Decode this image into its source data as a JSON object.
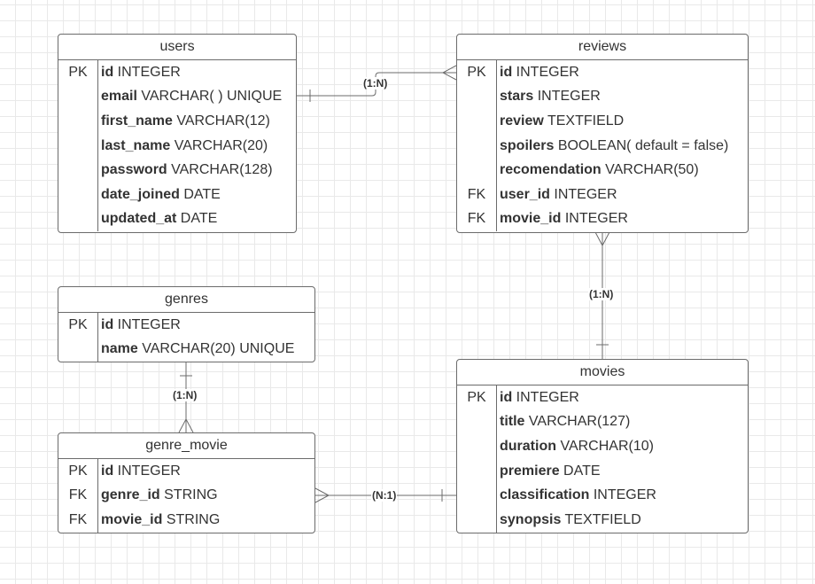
{
  "entities": [
    {
      "name": "users",
      "rows": [
        {
          "key": "PK",
          "field": "id",
          "type": "INTEGER"
        },
        {
          "key": "",
          "field": "email",
          "type": "VARCHAR( ) UNIQUE"
        },
        {
          "key": "",
          "field": "first_name",
          "type": "VARCHAR(12)"
        },
        {
          "key": "",
          "field": "last_name",
          "type": "VARCHAR(20)"
        },
        {
          "key": "",
          "field": "password",
          "type": "VARCHAR(128)"
        },
        {
          "key": "",
          "field": "date_joined",
          "type": "DATE"
        },
        {
          "key": "",
          "field": "updated_at",
          "type": "DATE"
        }
      ]
    },
    {
      "name": "reviews",
      "rows": [
        {
          "key": "PK",
          "field": "id",
          "type": "INTEGER"
        },
        {
          "key": "",
          "field": "stars",
          "type": "INTEGER"
        },
        {
          "key": "",
          "field": "review",
          "type": "TEXTFIELD"
        },
        {
          "key": "",
          "field": "spoilers",
          "type": "BOOLEAN( default = false)"
        },
        {
          "key": "",
          "field": "recomendation",
          "type": "VARCHAR(50)"
        },
        {
          "key": "FK",
          "field": "user_id",
          "type": "INTEGER"
        },
        {
          "key": "FK",
          "field": "movie_id",
          "type": "INTEGER"
        }
      ]
    },
    {
      "name": "genres",
      "rows": [
        {
          "key": "PK",
          "field": "id",
          "type": "INTEGER"
        },
        {
          "key": "",
          "field": "name",
          "type": "VARCHAR(20) UNIQUE"
        }
      ]
    },
    {
      "name": "genre_movie",
      "rows": [
        {
          "key": "PK",
          "field": "id",
          "type": "INTEGER"
        },
        {
          "key": "FK",
          "field": "genre_id",
          "type": "STRING"
        },
        {
          "key": "FK",
          "field": "movie_id",
          "type": "STRING"
        }
      ]
    },
    {
      "name": "movies",
      "rows": [
        {
          "key": "PK",
          "field": "id",
          "type": "INTEGER"
        },
        {
          "key": "",
          "field": "title",
          "type": "VARCHAR(127)"
        },
        {
          "key": "",
          "field": "duration",
          "type": "VARCHAR(10)"
        },
        {
          "key": "",
          "field": "premiere",
          "type": "DATE"
        },
        {
          "key": "",
          "field": "classification",
          "type": "INTEGER"
        },
        {
          "key": "",
          "field": "synopsis",
          "type": "TEXTFIELD"
        }
      ]
    }
  ],
  "relationships": [
    {
      "from": "users",
      "to": "reviews",
      "label": "(1:N)"
    },
    {
      "from": "movies",
      "to": "reviews",
      "label": "(1:N)"
    },
    {
      "from": "genres",
      "to": "genre_movie",
      "label": "(1:N)"
    },
    {
      "from": "movies",
      "to": "genre_movie",
      "label": "(N:1)"
    }
  ],
  "colors": {
    "line": "#6b6b6b",
    "grid": "#e9e9e9",
    "text": "#333333"
  }
}
